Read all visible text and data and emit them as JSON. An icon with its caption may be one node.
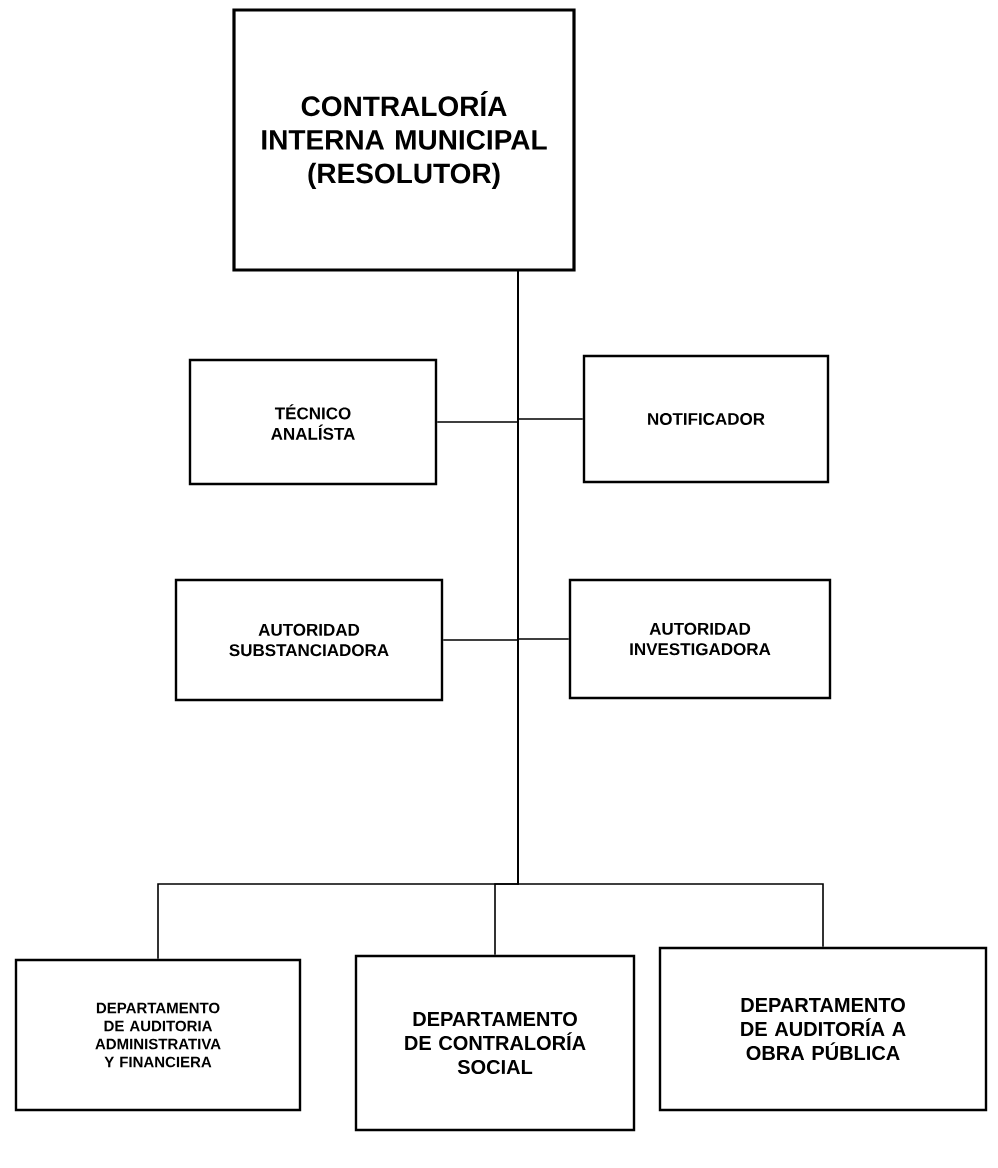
{
  "diagram": {
    "nodes": [
      {
        "text": [
          "CONTRALORÍA INTERNA MUNICIPAL (RESOLUTOR)"
        ]
      },
      {
        "text": [
          "TÉCNICO ANALÍSTA"
        ]
      },
      {
        "text": [
          "NOTIFICADOR"
        ]
      },
      {
        "text": [
          "AUTORIDAD SUBSTANCIADORA"
        ]
      },
      {
        "text": [
          "AUTORIDAD INVESTIGADORA"
        ]
      },
      {
        "text": [
          "DEPARTAMENTO DE AUDITORIA ADMINISTRATIVA Y FINANCIERA"
        ]
      },
      {
        "text": [
          "DEPARTAMENTO DE CONTRALORÍA SOCIAL"
        ]
      },
      {
        "text": [
          "DEPARTAMENTO DE AUDITORÍA A OBRA PÚBLICA"
        ]
      }
    ],
    "edges": [
      {
        "from": 0,
        "to": 1,
        "arrow": "none"
      },
      {
        "from": 0,
        "to": 2,
        "arrow": "none"
      },
      {
        "from": 0,
        "to": 3,
        "arrow": "none"
      },
      {
        "from": 0,
        "to": 4,
        "arrow": "none"
      },
      {
        "from": 0,
        "to": 5,
        "arrow": "none"
      },
      {
        "from": 0,
        "to": 6,
        "arrow": "none"
      },
      {
        "from": 0,
        "to": 7,
        "arrow": "none"
      }
    ]
  }
}
